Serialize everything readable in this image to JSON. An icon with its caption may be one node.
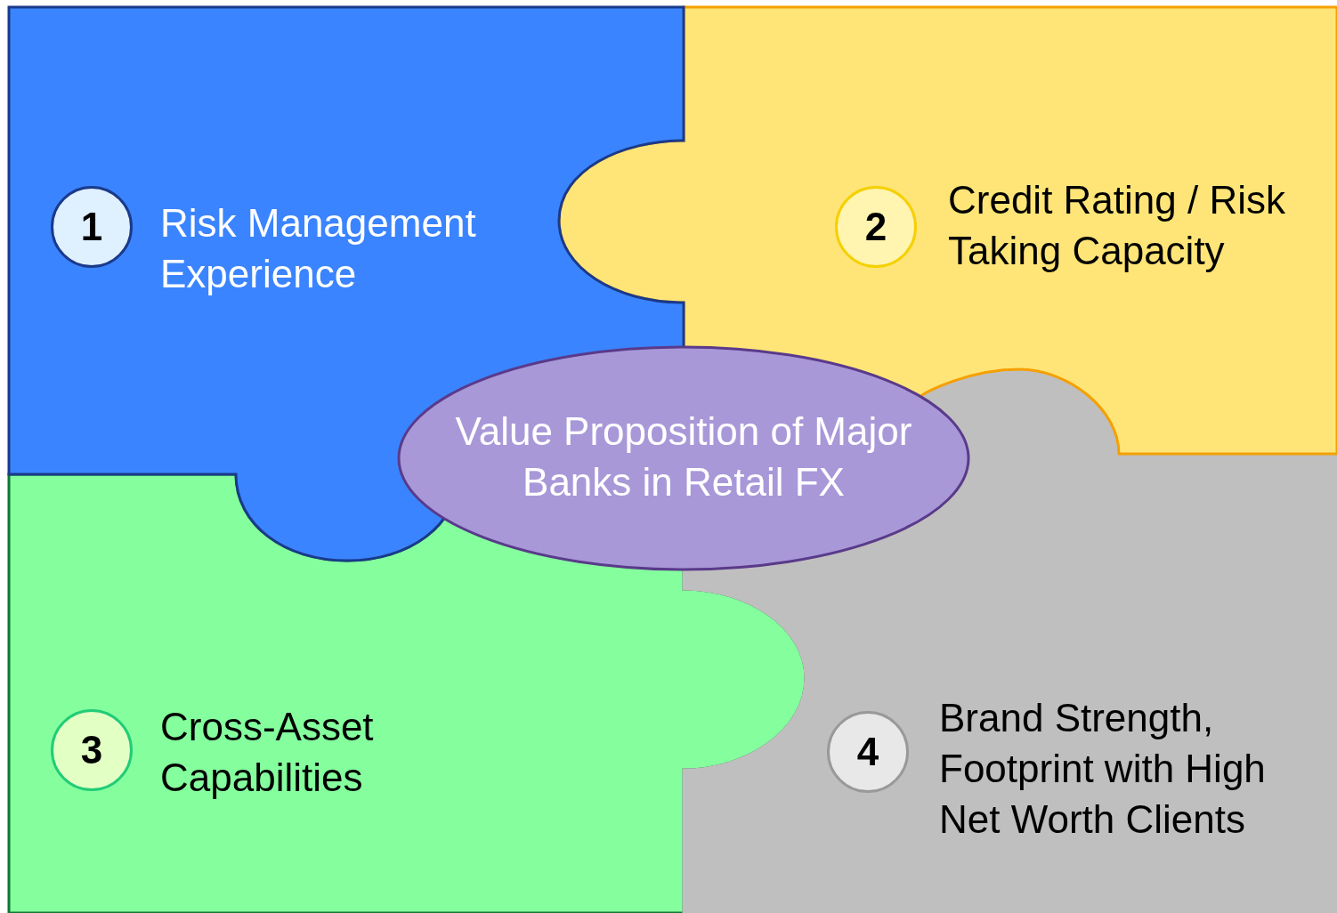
{
  "diagram": {
    "nodes": [
      {
        "text": [
          "Risk Management Experience"
        ]
      },
      {
        "text": [
          "1"
        ],
        "in": 0
      },
      {
        "text": [
          "Credit Rating / Risk Taking Capacity"
        ]
      },
      {
        "text": [
          "2"
        ],
        "in": 2
      },
      {
        "text": [
          "Value Proposition of Major Banks in Retail FX"
        ]
      },
      {
        "text": [
          "Cross-Asset Capabilities"
        ]
      },
      {
        "text": [
          "3"
        ],
        "in": 5
      },
      {
        "text": [
          "Brand Strength, Footprint with High Net Worth Clients"
        ]
      },
      {
        "text": [
          "4"
        ],
        "in": 7
      }
    ]
  }
}
